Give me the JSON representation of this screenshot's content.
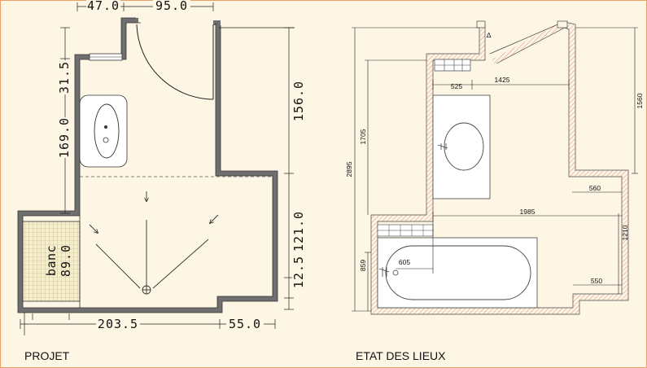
{
  "projet": {
    "caption": "PROJET",
    "dims": {
      "top_left": "47.0",
      "top_right": "95.0",
      "left_upper": "31.5",
      "left_mid": "169.0",
      "right_upper": "156.0",
      "right_lower": "121.0",
      "right_bottom": "12.5",
      "bottom_left": "203.5",
      "bottom_right": "55.0"
    },
    "bench_label": "banc",
    "bench_size": "89.0"
  },
  "etat": {
    "caption": "ETAT DES LIEUX",
    "dims": {
      "d525": "525",
      "d1425": "1425",
      "d1560": "1560",
      "d1705": "1705",
      "d2895": "2895",
      "d560": "560",
      "d1985": "1985",
      "d1210": "1210",
      "d859": "859",
      "d605": "605",
      "d550": "550"
    }
  },
  "colors": {
    "background": "#fdf6e4",
    "wall_fill": "#7a7a7a",
    "wall_hatch": "#f0a9a0",
    "border": "#e9a16a"
  }
}
